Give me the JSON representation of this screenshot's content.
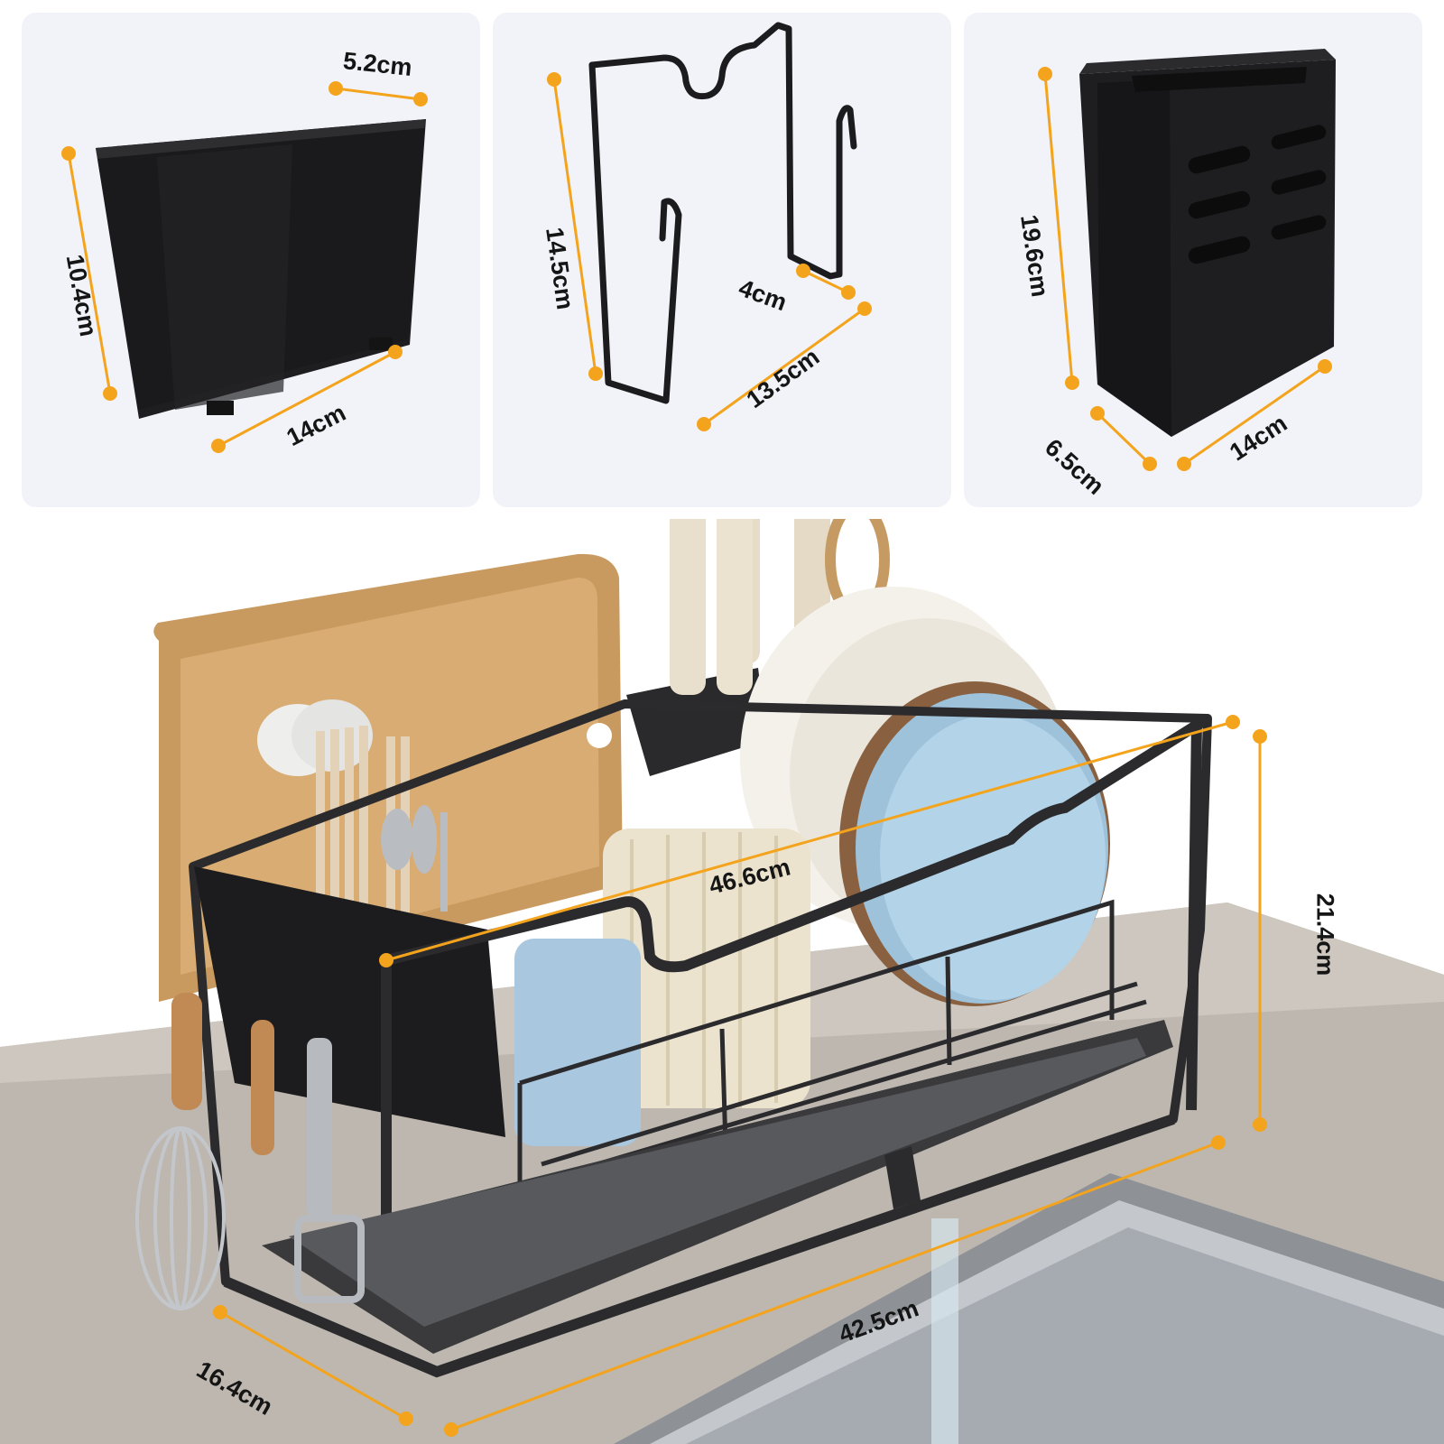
{
  "colors": {
    "accent": "#f4a41c",
    "panel_bg": "#f1f3f9",
    "product": "#1c1c1e",
    "countertop": "#bdb7af"
  },
  "panels": [
    {
      "name": "utensil-holder",
      "dimensions": {
        "height": "10.4cm",
        "width": "14cm",
        "depth": "5.2cm"
      }
    },
    {
      "name": "cutting-board-hook",
      "dimensions": {
        "height": "14.5cm",
        "width": "13.5cm",
        "gap": "4cm"
      }
    },
    {
      "name": "knife-block",
      "dimensions": {
        "height": "19.6cm",
        "width": "14cm",
        "depth": "6.5cm"
      }
    }
  ],
  "main_rack": {
    "dimensions": {
      "length_top": "46.6cm",
      "height": "21.4cm",
      "length_bottom": "42.5cm",
      "depth": "16.4cm"
    }
  }
}
